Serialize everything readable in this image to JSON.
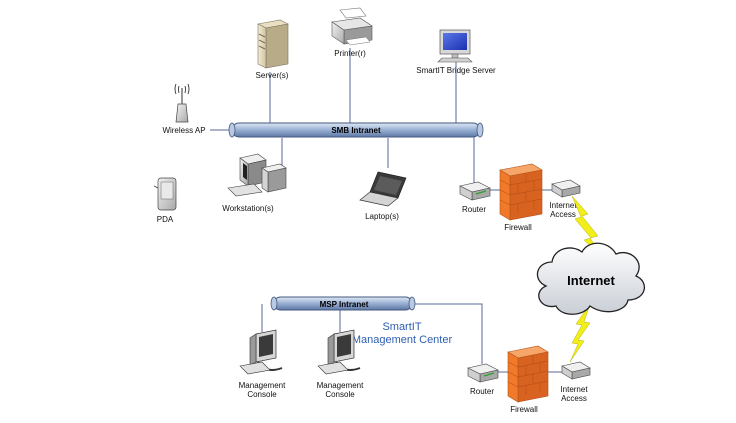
{
  "buses": {
    "smb": "SMB Intranet",
    "msp": "MSP Intranet"
  },
  "labels": {
    "servers": "Server(s)",
    "printer": "Printer(r)",
    "bridge": "SmartIT Bridge Server",
    "wireless_ap": "Wireless AP",
    "workstations": "Workstation(s)",
    "laptops": "Laptop(s)",
    "pda": "PDA",
    "router_top": "Router",
    "firewall_top": "Firewall",
    "internet_access_top_1": "Internet",
    "internet_access_top_2": "Access",
    "internet": "Internet",
    "center_1": "SmartIT",
    "center_2": "Management Center",
    "console1_1": "Management",
    "console1_2": "Console",
    "console2_1": "Management",
    "console2_2": "Console",
    "router_bottom": "Router",
    "firewall_bottom": "Firewall",
    "internet_access_bottom_1": "Internet",
    "internet_access_bottom_2": "Access"
  },
  "colors": {
    "bus": "#8fa8cc",
    "firewall": "#f07a2a",
    "lightning": "#f2ee1a",
    "wire": "#5a6a9a",
    "center_text": "#2f5fb0"
  }
}
